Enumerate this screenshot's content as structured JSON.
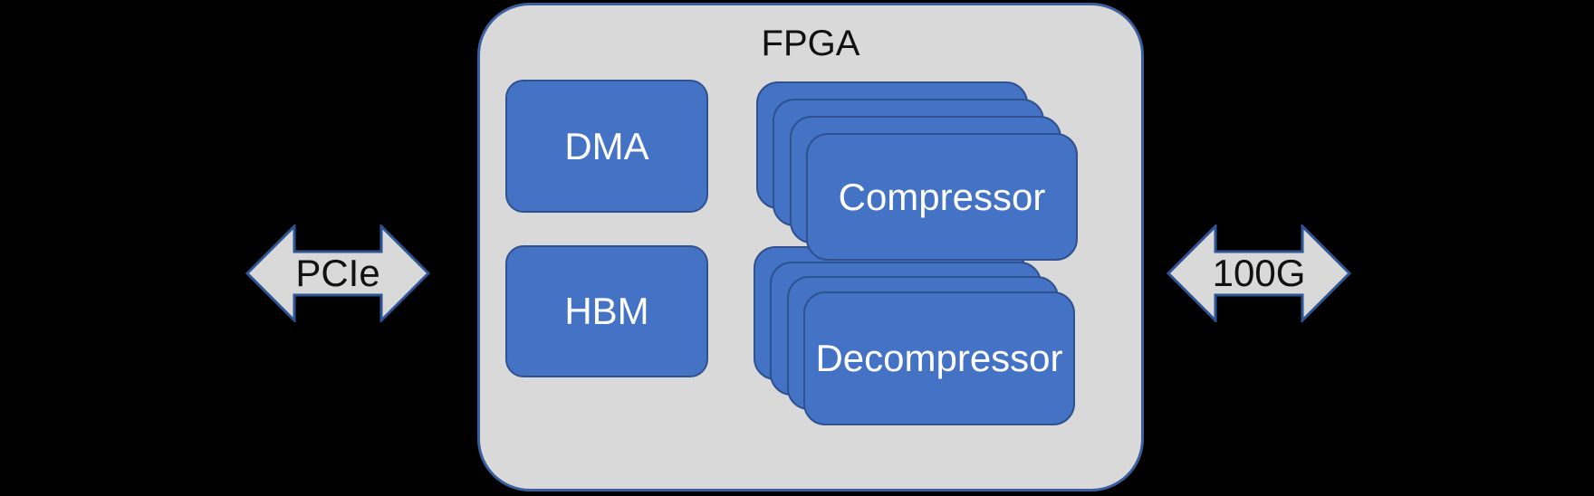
{
  "diagram": {
    "fpga_label": "FPGA",
    "dma_label": "DMA",
    "hbm_label": "HBM",
    "compressor_label": "Compressor",
    "decompressor_label": "Decompressor",
    "pcie_label": "PCIe",
    "net_label": "100G",
    "compressor_layers": 4,
    "decompressor_layers": 4,
    "colors": {
      "background": "#000000",
      "panel_fill": "#d9d9d9",
      "panel_border": "#3a5f9e",
      "block_fill": "#4472c4",
      "block_border": "#2f528f",
      "arrow_fill": "#d9d9d9",
      "arrow_border": "#2e5493",
      "label_dark": "#111111",
      "label_light": "#ffffff"
    }
  }
}
